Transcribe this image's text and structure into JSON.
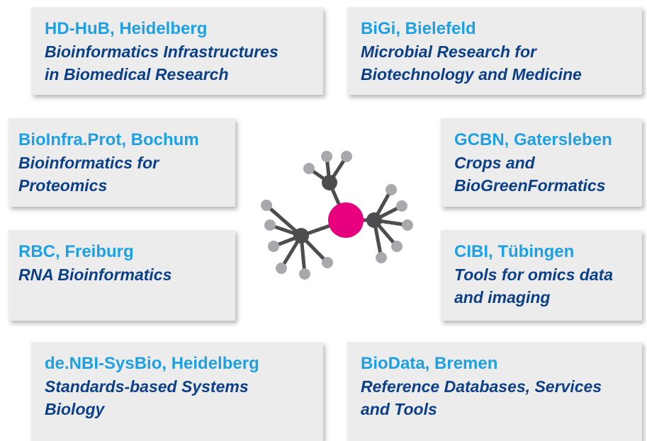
{
  "centers": [
    {
      "name": "HD-HuB, Heidelberg",
      "topic": [
        "Bioinformatics Infrastructures",
        "in Biomedical Research"
      ]
    },
    {
      "name": "BiGi, Bielefeld",
      "topic": [
        "Microbial Research for",
        "Biotechnology and Medicine"
      ]
    },
    {
      "name": "BioInfra.Prot, Bochum",
      "topic": [
        "Bioinformatics for",
        "Proteomics"
      ]
    },
    {
      "name": "GCBN, Gatersleben",
      "topic": [
        "Crops and",
        "BioGreenFormatics"
      ]
    },
    {
      "name": "RBC, Freiburg",
      "topic": [
        "RNA Bioinformatics"
      ]
    },
    {
      "name": "CIBI, Tübingen",
      "topic": [
        "Tools for omics data",
        "and imaging"
      ]
    },
    {
      "name": "de.NBI-SysBio, Heidelberg",
      "topic": [
        "Standards-based Systems",
        "Biology"
      ]
    },
    {
      "name": "BioData, Bremen",
      "topic": [
        "Reference Databases, Services",
        "and Tools"
      ]
    }
  ],
  "colors": {
    "center_name": "#1ea0e4",
    "topic_text": "#0b3f88",
    "card_background": "#ececec",
    "network_hub": "#e6007e",
    "network_inner_node": "#4d4d4f",
    "network_leaf_node": "#a7a9ac"
  },
  "icons": {
    "logo": "network-graph-icon"
  }
}
